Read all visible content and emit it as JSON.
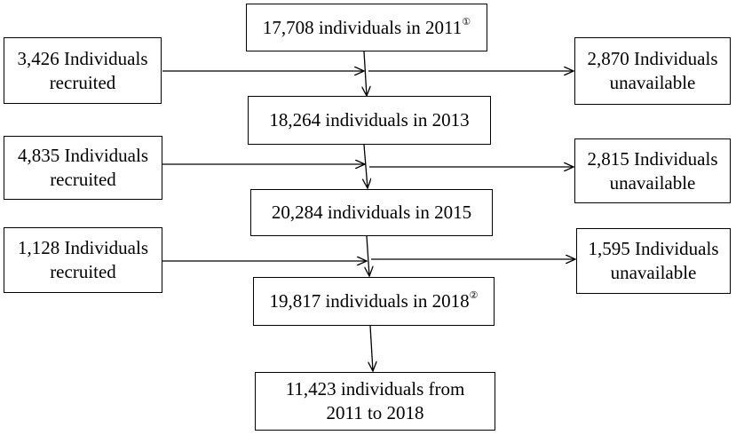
{
  "waves": [
    {
      "text": "17,708 individuals in 2011",
      "note": "①"
    },
    {
      "text": "18,264 individuals in 2013",
      "note": ""
    },
    {
      "text": "20,284 individuals in 2015",
      "note": ""
    },
    {
      "text": "19,817 individuals in 2018",
      "note": "②"
    }
  ],
  "recruited": [
    {
      "line1": "3,426 Individuals",
      "line2": "recruited"
    },
    {
      "line1": "4,835 Individuals",
      "line2": "recruited"
    },
    {
      "line1": "1,128 Individuals",
      "line2": "recruited"
    }
  ],
  "unavailable": [
    {
      "line1": "2,870 Individuals",
      "line2": "unavailable"
    },
    {
      "line1": "2,815 Individuals",
      "line2": "unavailable"
    },
    {
      "line1": "1,595 Individuals",
      "line2": "unavailable"
    }
  ],
  "final": {
    "line1": "11,423 individuals from",
    "line2": "2011 to 2018"
  }
}
